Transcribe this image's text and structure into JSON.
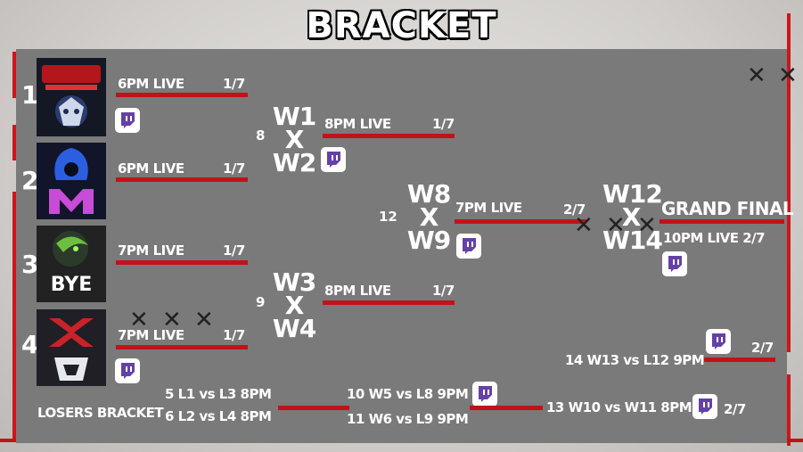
{
  "title": "BRACKET",
  "seeds": [
    "1",
    "2",
    "3",
    "4"
  ],
  "team3_label": "BYE",
  "round1": {
    "m1": {
      "time": "6PM LIVE",
      "date": "1/7"
    },
    "m2": {
      "time": "6PM LIVE",
      "date": "1/7"
    },
    "m3": {
      "time": "7PM LIVE",
      "date": "1/7"
    },
    "m4": {
      "time": "7PM LIVE",
      "date": "1/7"
    }
  },
  "match8": {
    "num": "8",
    "w1": "W1",
    "x": "X",
    "w2": "W2",
    "time": "8PM LIVE",
    "date": "1/7"
  },
  "match9": {
    "num": "9",
    "w1": "W3",
    "x": "X",
    "w2": "W4",
    "time": "8PM LIVE",
    "date": "1/7"
  },
  "match12": {
    "num": "12",
    "w1": "W8",
    "x": "X",
    "w2": "W9",
    "time": "7PM LIVE",
    "date": "2/7"
  },
  "final": {
    "w1": "W12",
    "x": "X",
    "w2": "W14",
    "title": "GRAND FINAL",
    "time": "10PM LIVE 2/7"
  },
  "match14": {
    "text": "14 W13 vs L12 9PM",
    "date": "2/7"
  },
  "losers": {
    "label": "LOSERS BRACKET",
    "m5": "5  L1 vs L3 8PM",
    "m6": "6  L2 vs L4 8PM",
    "m10": "10  W5 vs L8 9PM",
    "m11": "11  W6 vs L9 9PM",
    "m13": "13 W10 vs W11 8PM",
    "m13_date": "2/7"
  },
  "colors": {
    "accent": "#c1121a",
    "twitch": "#6441a5",
    "panel": "#7a7a7a"
  }
}
